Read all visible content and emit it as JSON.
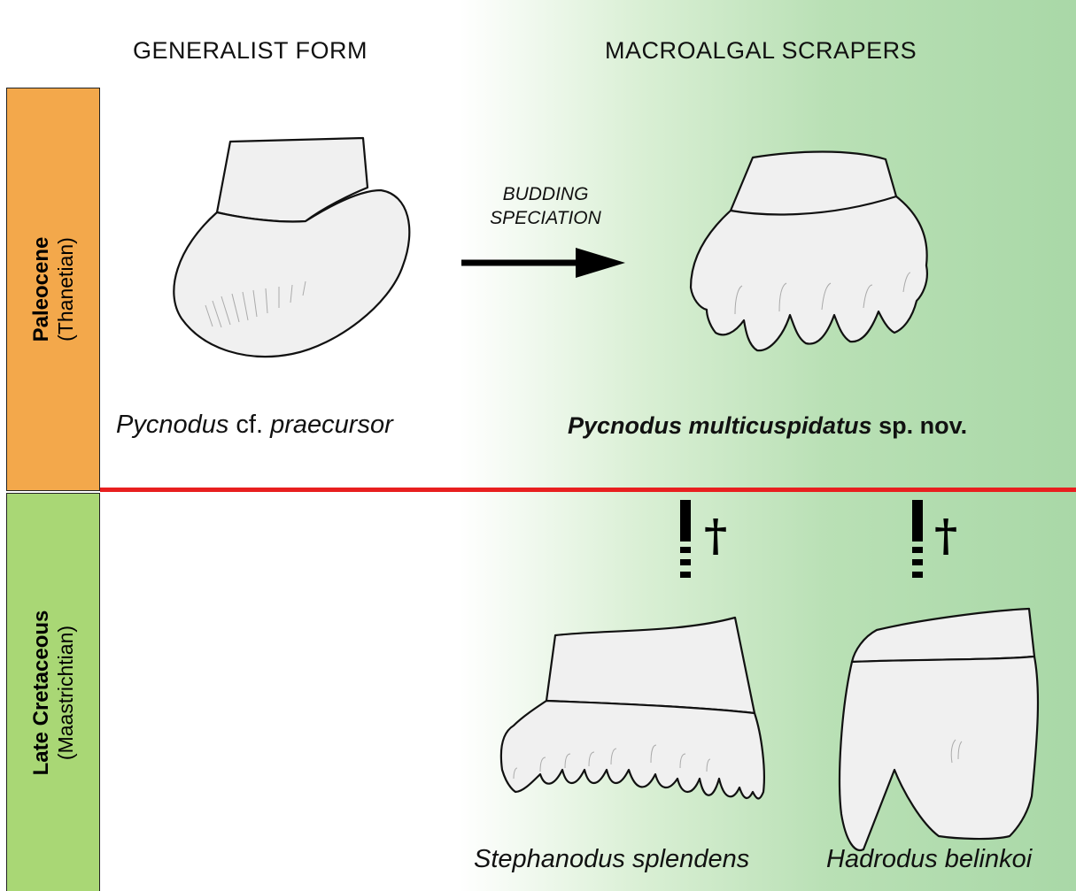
{
  "columns": {
    "left_heading": "GENERALIST FORM",
    "right_heading": "MACROALGAL SCRAPERS"
  },
  "periods": {
    "paleocene": {
      "name": "Paleocene",
      "stage": "(Thanetian)"
    },
    "cretaceous": {
      "name": "Late Cretaceous",
      "stage": "(Maastrichtian)"
    }
  },
  "arrow": {
    "line1": "BUDDING",
    "line2": "SPECIATION"
  },
  "species": {
    "praecursor": {
      "genus": "Pycnodus",
      "qualifier": "cf.",
      "epithet": "praecursor"
    },
    "multicuspidatus": {
      "name": "Pycnodus multicuspidatus",
      "suffix": "sp. nov."
    },
    "stephanodus": {
      "name": "Stephanodus splendens"
    },
    "hadrodus": {
      "name": "Hadrodus belinkoi"
    }
  },
  "extinction_symbol": "†",
  "colors": {
    "paleocene_band": "#f3a84b",
    "cretaceous_band": "#a9d775",
    "boundary_line": "#e81f1f",
    "green_gradient": "#a9d8a7"
  }
}
